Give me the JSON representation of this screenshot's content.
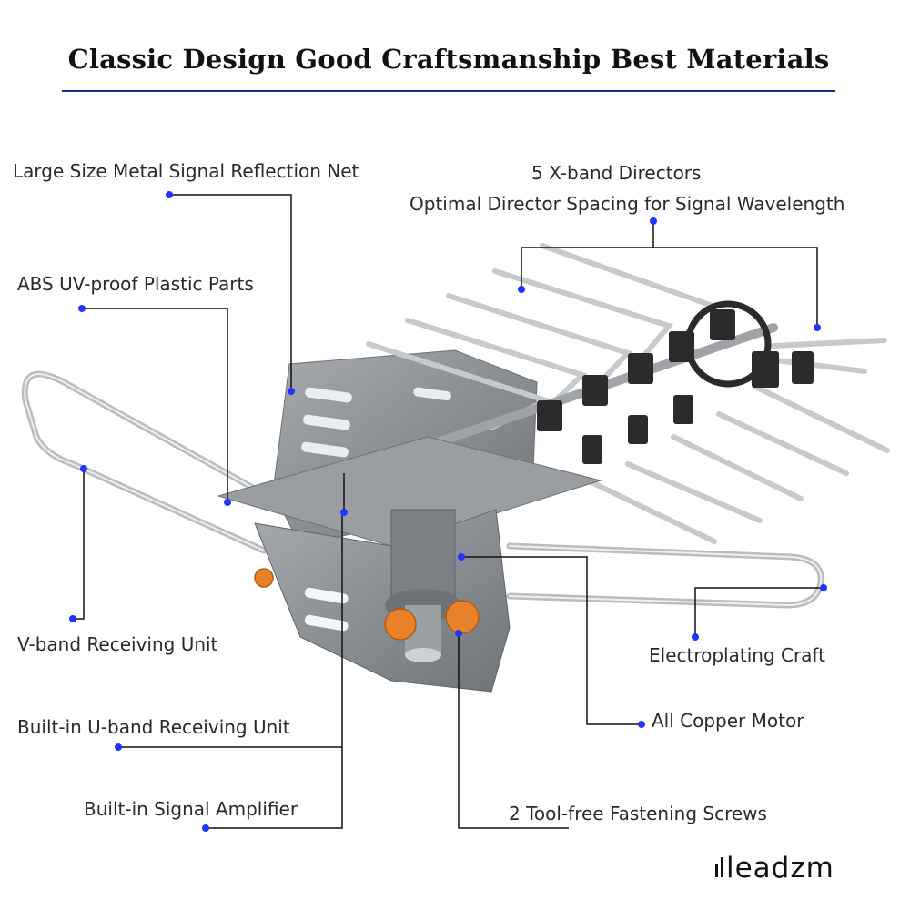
{
  "header": {
    "title": "Classic Design  Good Craftsmanship  Best Materials"
  },
  "labels": {
    "reflection_net": "Large Size Metal Signal Reflection Net",
    "plastic_parts": "ABS UV-proof Plastic Parts",
    "directors_line1": "5 X-band Directors",
    "directors_line2": "Optimal Director Spacing for Signal Wavelength",
    "v_band": "V-band Receiving Unit",
    "electroplating": "Electroplating Craft",
    "copper_motor": "All Copper Motor",
    "u_band": "Built-in U-band Receiving Unit",
    "amplifier": "Built-in Signal Amplifier",
    "screws": "2 Tool-free Fastening Screws"
  },
  "brand": {
    "logo_text": "leadzm"
  },
  "colors": {
    "rule": "#1a2a8a",
    "marker_dot": "#1f35ff",
    "plastic": "#8e9398",
    "metal": "#c8cacd",
    "director_block": "#2b2b2b",
    "screw": "#e8822a"
  },
  "icons": [
    "antenna-illustration",
    "marker-dot",
    "leadzm-logo-bars"
  ]
}
